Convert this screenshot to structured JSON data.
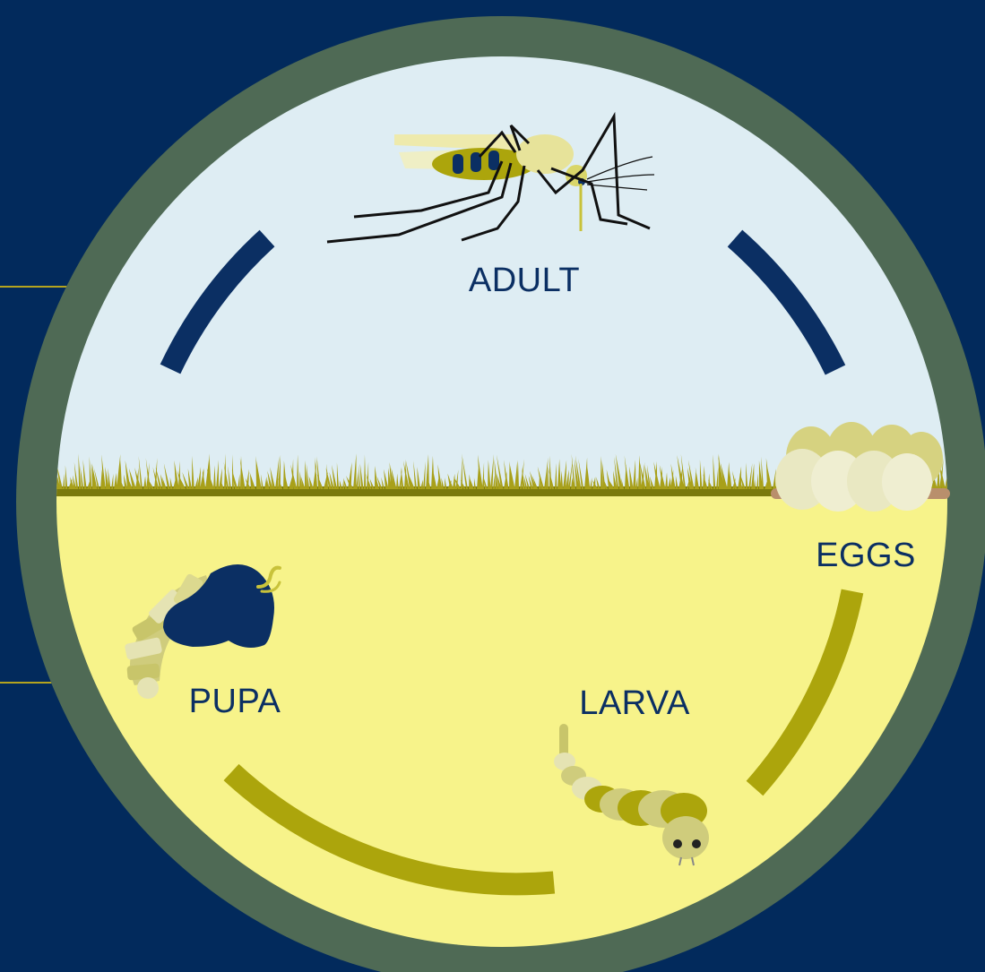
{
  "title": "",
  "colors": {
    "background": "#022a5c",
    "ring": "#4f6a55",
    "sky": "#deedf3",
    "water": "#f7f38a",
    "grass": "#a8a01a",
    "grass_dark": "#7a7a0c",
    "navy_arrow": "#0b2f63",
    "olive_arrow": "#aca50c",
    "connector_line": "#b5a41e",
    "label": "#0b2f63"
  },
  "stages": [
    {
      "id": "adult",
      "label": "ADULT"
    },
    {
      "id": "eggs",
      "label": "EGGS"
    },
    {
      "id": "larva",
      "label": "LARVA"
    },
    {
      "id": "pupa",
      "label": "PUPA"
    }
  ],
  "icons": [
    "mosquito-icon",
    "eggs-icon",
    "larva-icon",
    "pupa-icon"
  ]
}
